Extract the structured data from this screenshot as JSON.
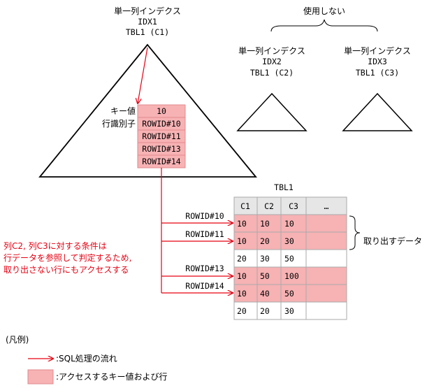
{
  "index_used": {
    "label": "単一列インデクス",
    "name": "IDX1",
    "table_column": "TBL1 (C1)",
    "entries": [
      "10",
      "ROWID#10",
      "ROWID#11",
      "ROWID#13",
      "ROWID#14"
    ],
    "key_label": "キー値",
    "rowid_label": "行識別子"
  },
  "unused_group": {
    "label": "使用しない",
    "indexes": [
      {
        "label": "単一列インデクス",
        "name": "IDX2",
        "table_column": "TBL1 (C2)"
      },
      {
        "label": "単一列インデクス",
        "name": "IDX3",
        "table_column": "TBL1 (C3)"
      }
    ]
  },
  "table": {
    "name": "TBL1",
    "columns": [
      "C1",
      "C2",
      "C3",
      "…"
    ],
    "rows": [
      {
        "cells": [
          "10",
          "10",
          "10",
          ""
        ],
        "highlighted": true
      },
      {
        "cells": [
          "10",
          "20",
          "30",
          ""
        ],
        "highlighted": true
      },
      {
        "cells": [
          "20",
          "30",
          "50",
          ""
        ],
        "highlighted": false
      },
      {
        "cells": [
          "10",
          "50",
          "100",
          ""
        ],
        "highlighted": true
      },
      {
        "cells": [
          "10",
          "40",
          "50",
          ""
        ],
        "highlighted": true
      },
      {
        "cells": [
          "20",
          "20",
          "30",
          ""
        ],
        "highlighted": false
      }
    ]
  },
  "rowid_arrows": [
    "ROWID#10",
    "ROWID#11",
    "ROWID#13",
    "ROWID#14"
  ],
  "retrieved_label": "取り出すデータ",
  "note_lines": [
    "列C2, 列C3に対する条件は",
    "行データを参照して判定するため,",
    "取り出さない行にもアクセスする"
  ],
  "legend": {
    "title": "(凡例)",
    "arrow_label": ":SQL処理の流れ",
    "box_label": ":アクセスするキー値および行"
  },
  "colors": {
    "highlight": "#f7b2b4",
    "highlight_border": "#e08a8d",
    "arrow": "#e60012",
    "grid": "#aaaaaa",
    "header": "#e6e6e6"
  }
}
